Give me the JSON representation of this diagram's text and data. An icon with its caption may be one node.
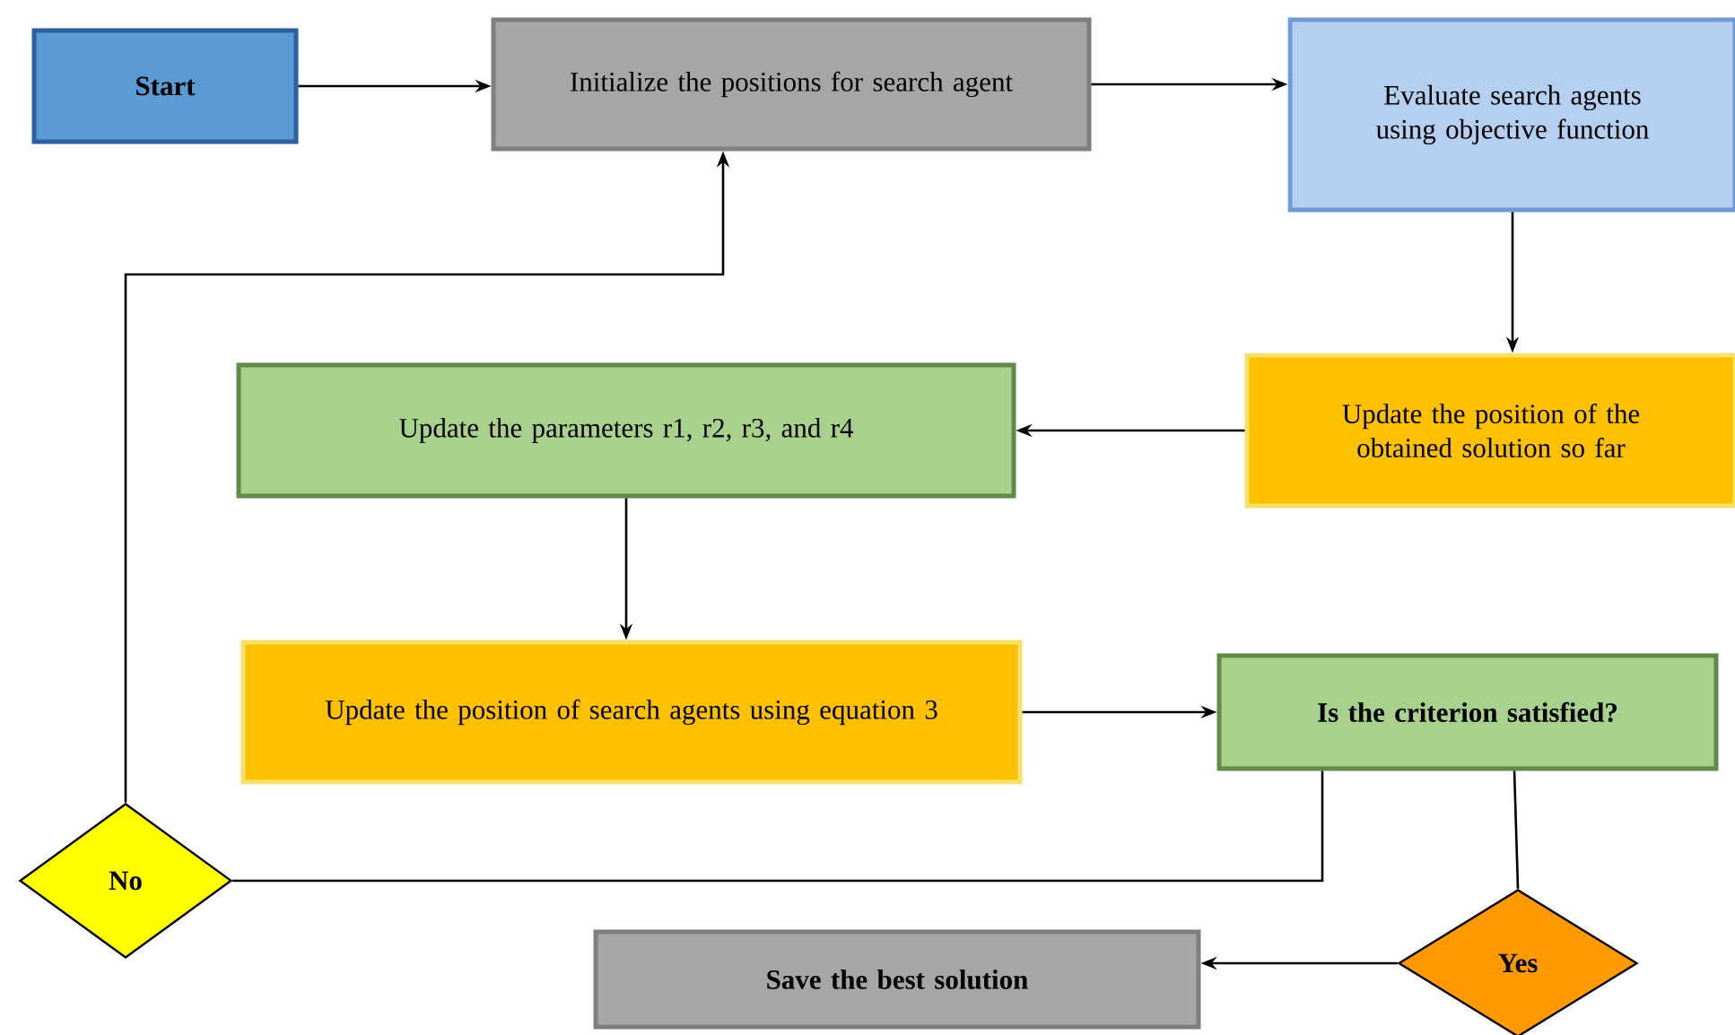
{
  "diagram": {
    "nodes": [
      {
        "text": [
          "Start"
        ]
      },
      {
        "text": [
          "Initialize the positions for search agent"
        ]
      },
      {
        "text": [
          "Evaluate search agents using objective function"
        ]
      },
      {
        "text": [
          "Update the position of the obtained solution so far"
        ]
      },
      {
        "text": [
          "Update the parameters r1, r2, r3, and r4"
        ]
      },
      {
        "text": [
          "Update the position of search agents using equation 3"
        ]
      },
      {
        "text": [
          "Is the criterion satisfied?"
        ]
      },
      {
        "text": [
          "No"
        ]
      },
      {
        "text": [
          "Yes"
        ]
      },
      {
        "text": [
          "Save the best solution"
        ]
      }
    ],
    "edges": [
      {
        "from": 0,
        "to": 1,
        "arrow": "to"
      },
      {
        "from": 1,
        "to": 2,
        "arrow": "to"
      },
      {
        "from": 2,
        "to": 3,
        "arrow": "to"
      },
      {
        "from": 3,
        "to": 4,
        "arrow": "to"
      },
      {
        "from": 4,
        "to": 5,
        "arrow": "to"
      },
      {
        "from": 5,
        "to": 6,
        "arrow": "to"
      },
      {
        "from": 6,
        "to": 7,
        "arrow": "none"
      },
      {
        "from": 6,
        "to": 8,
        "arrow": "none"
      },
      {
        "from": 7,
        "to": 1,
        "arrow": "to"
      },
      {
        "from": 8,
        "to": 9,
        "arrow": "to"
      }
    ]
  }
}
